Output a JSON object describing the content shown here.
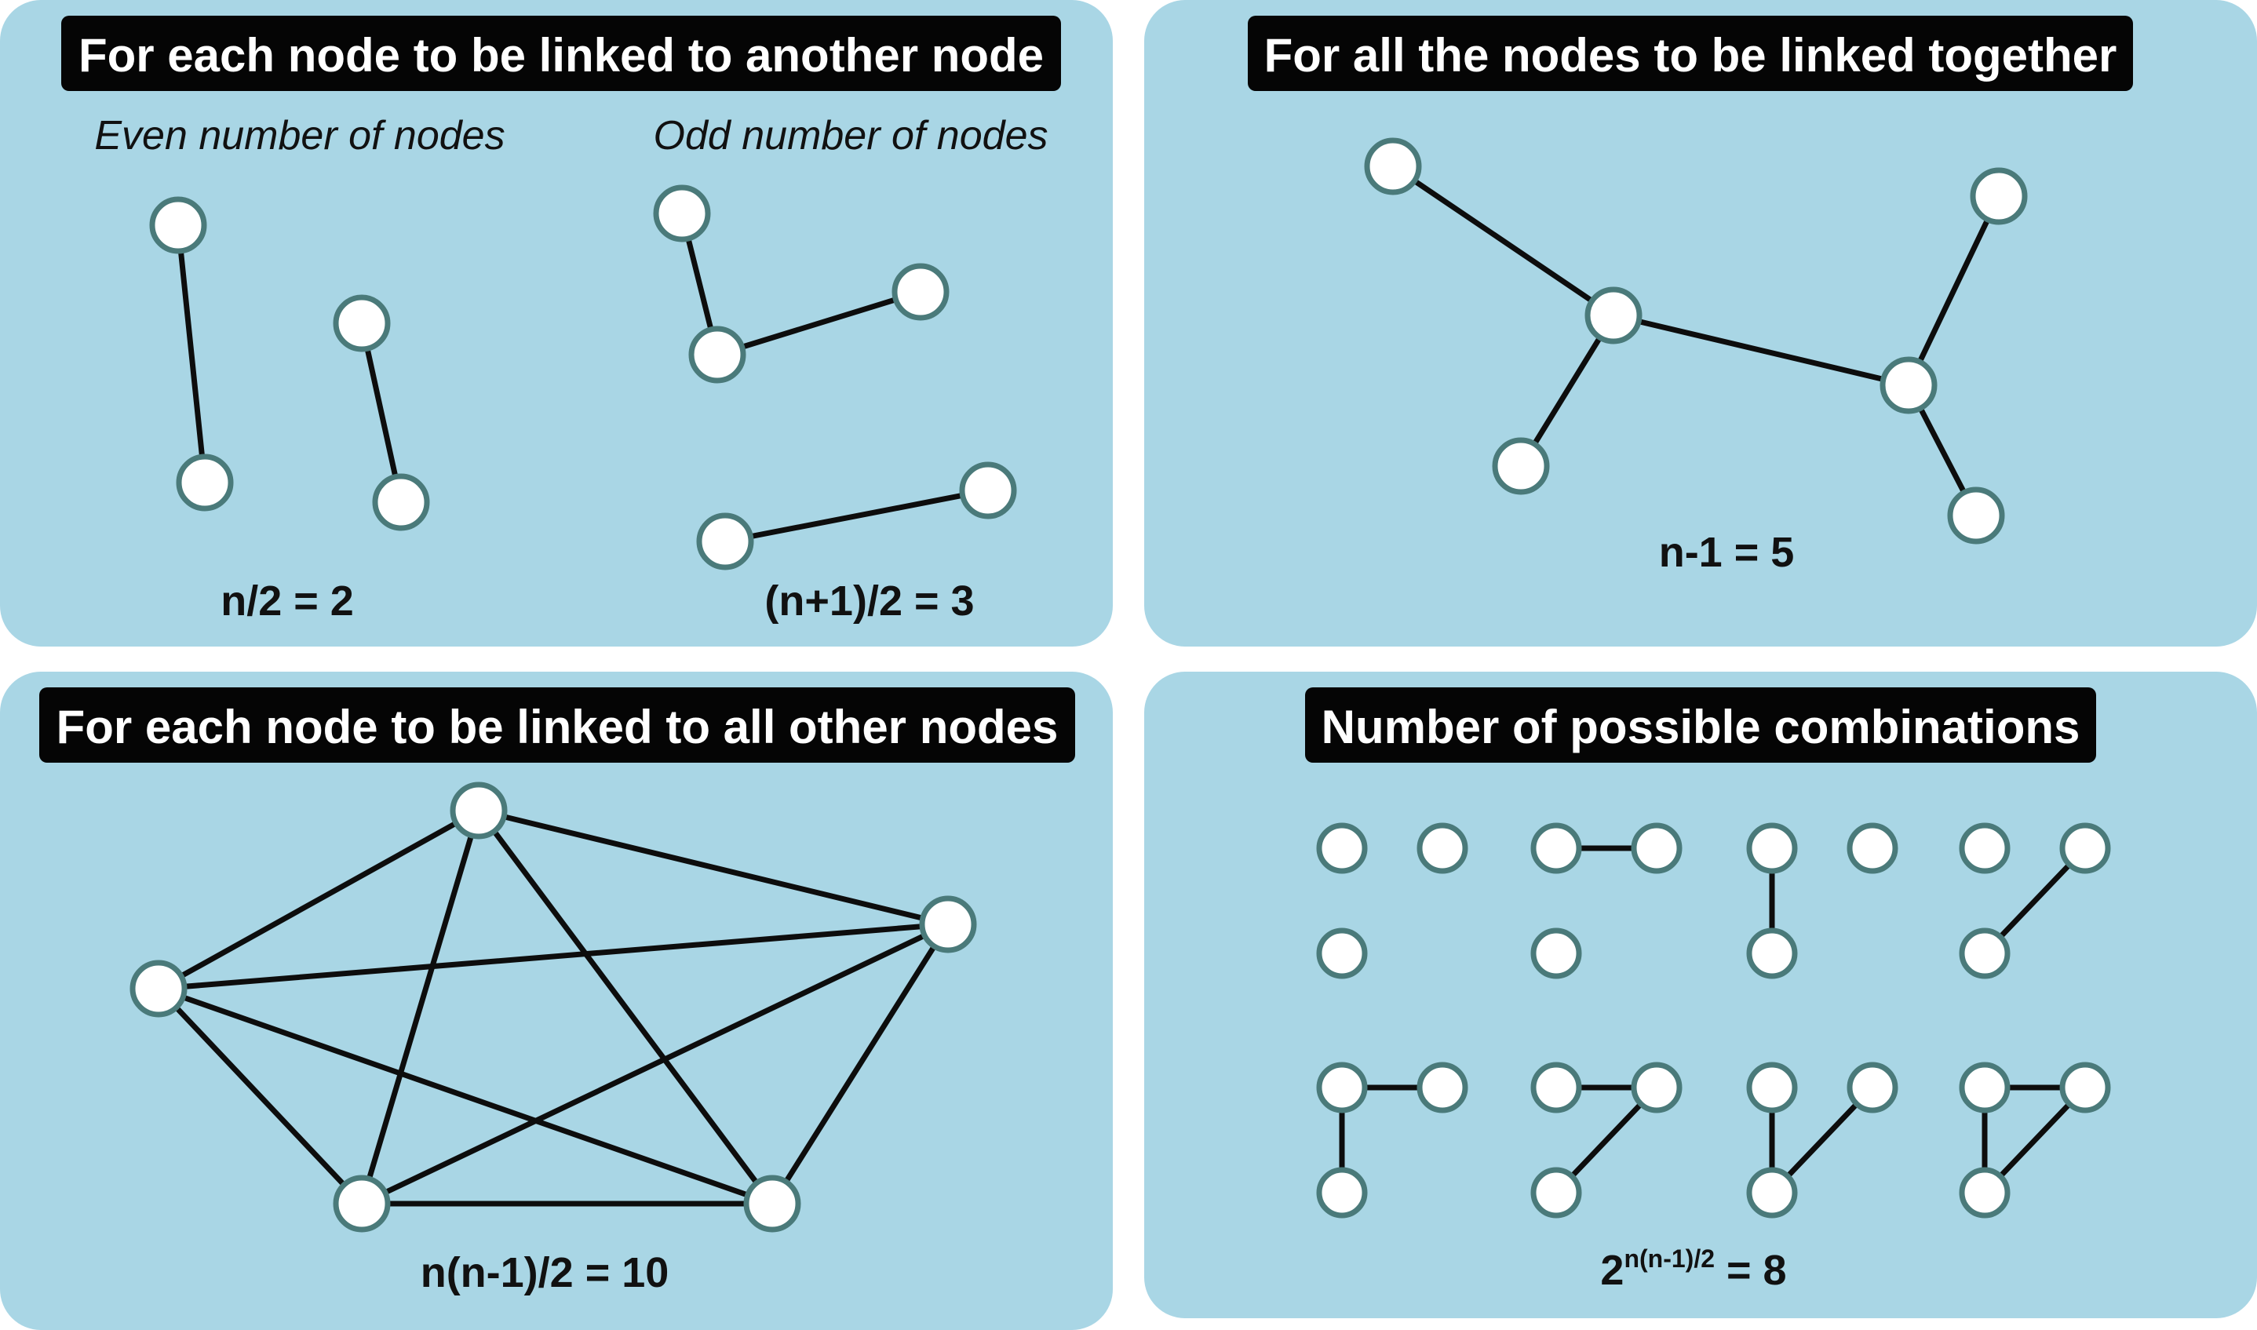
{
  "panels": {
    "pairs": {
      "title": "For each node to be linked to another node",
      "even_label": "Even number of nodes",
      "odd_label": "Odd number of nodes",
      "even_formula": "n/2 = 2",
      "odd_formula": "(n+1)/2 = 3"
    },
    "tree": {
      "title": "For all the nodes to be linked together",
      "formula": "n-1 = 5"
    },
    "complete": {
      "title": "For each node to be linked to all other nodes",
      "formula": "n(n-1)/2 = 10"
    },
    "combinations": {
      "title": "Number of possible combinations",
      "formula_base": "2",
      "formula_exponent": "n(n-1)/2",
      "formula_result": " = 8"
    }
  },
  "colors": {
    "panel_background": "#a9d6e5",
    "title_background": "#050505",
    "title_text": "#ffffff",
    "node_fill": "#ffffff",
    "node_stroke": "#4a7a7a",
    "edge": "#0d0d0d"
  }
}
